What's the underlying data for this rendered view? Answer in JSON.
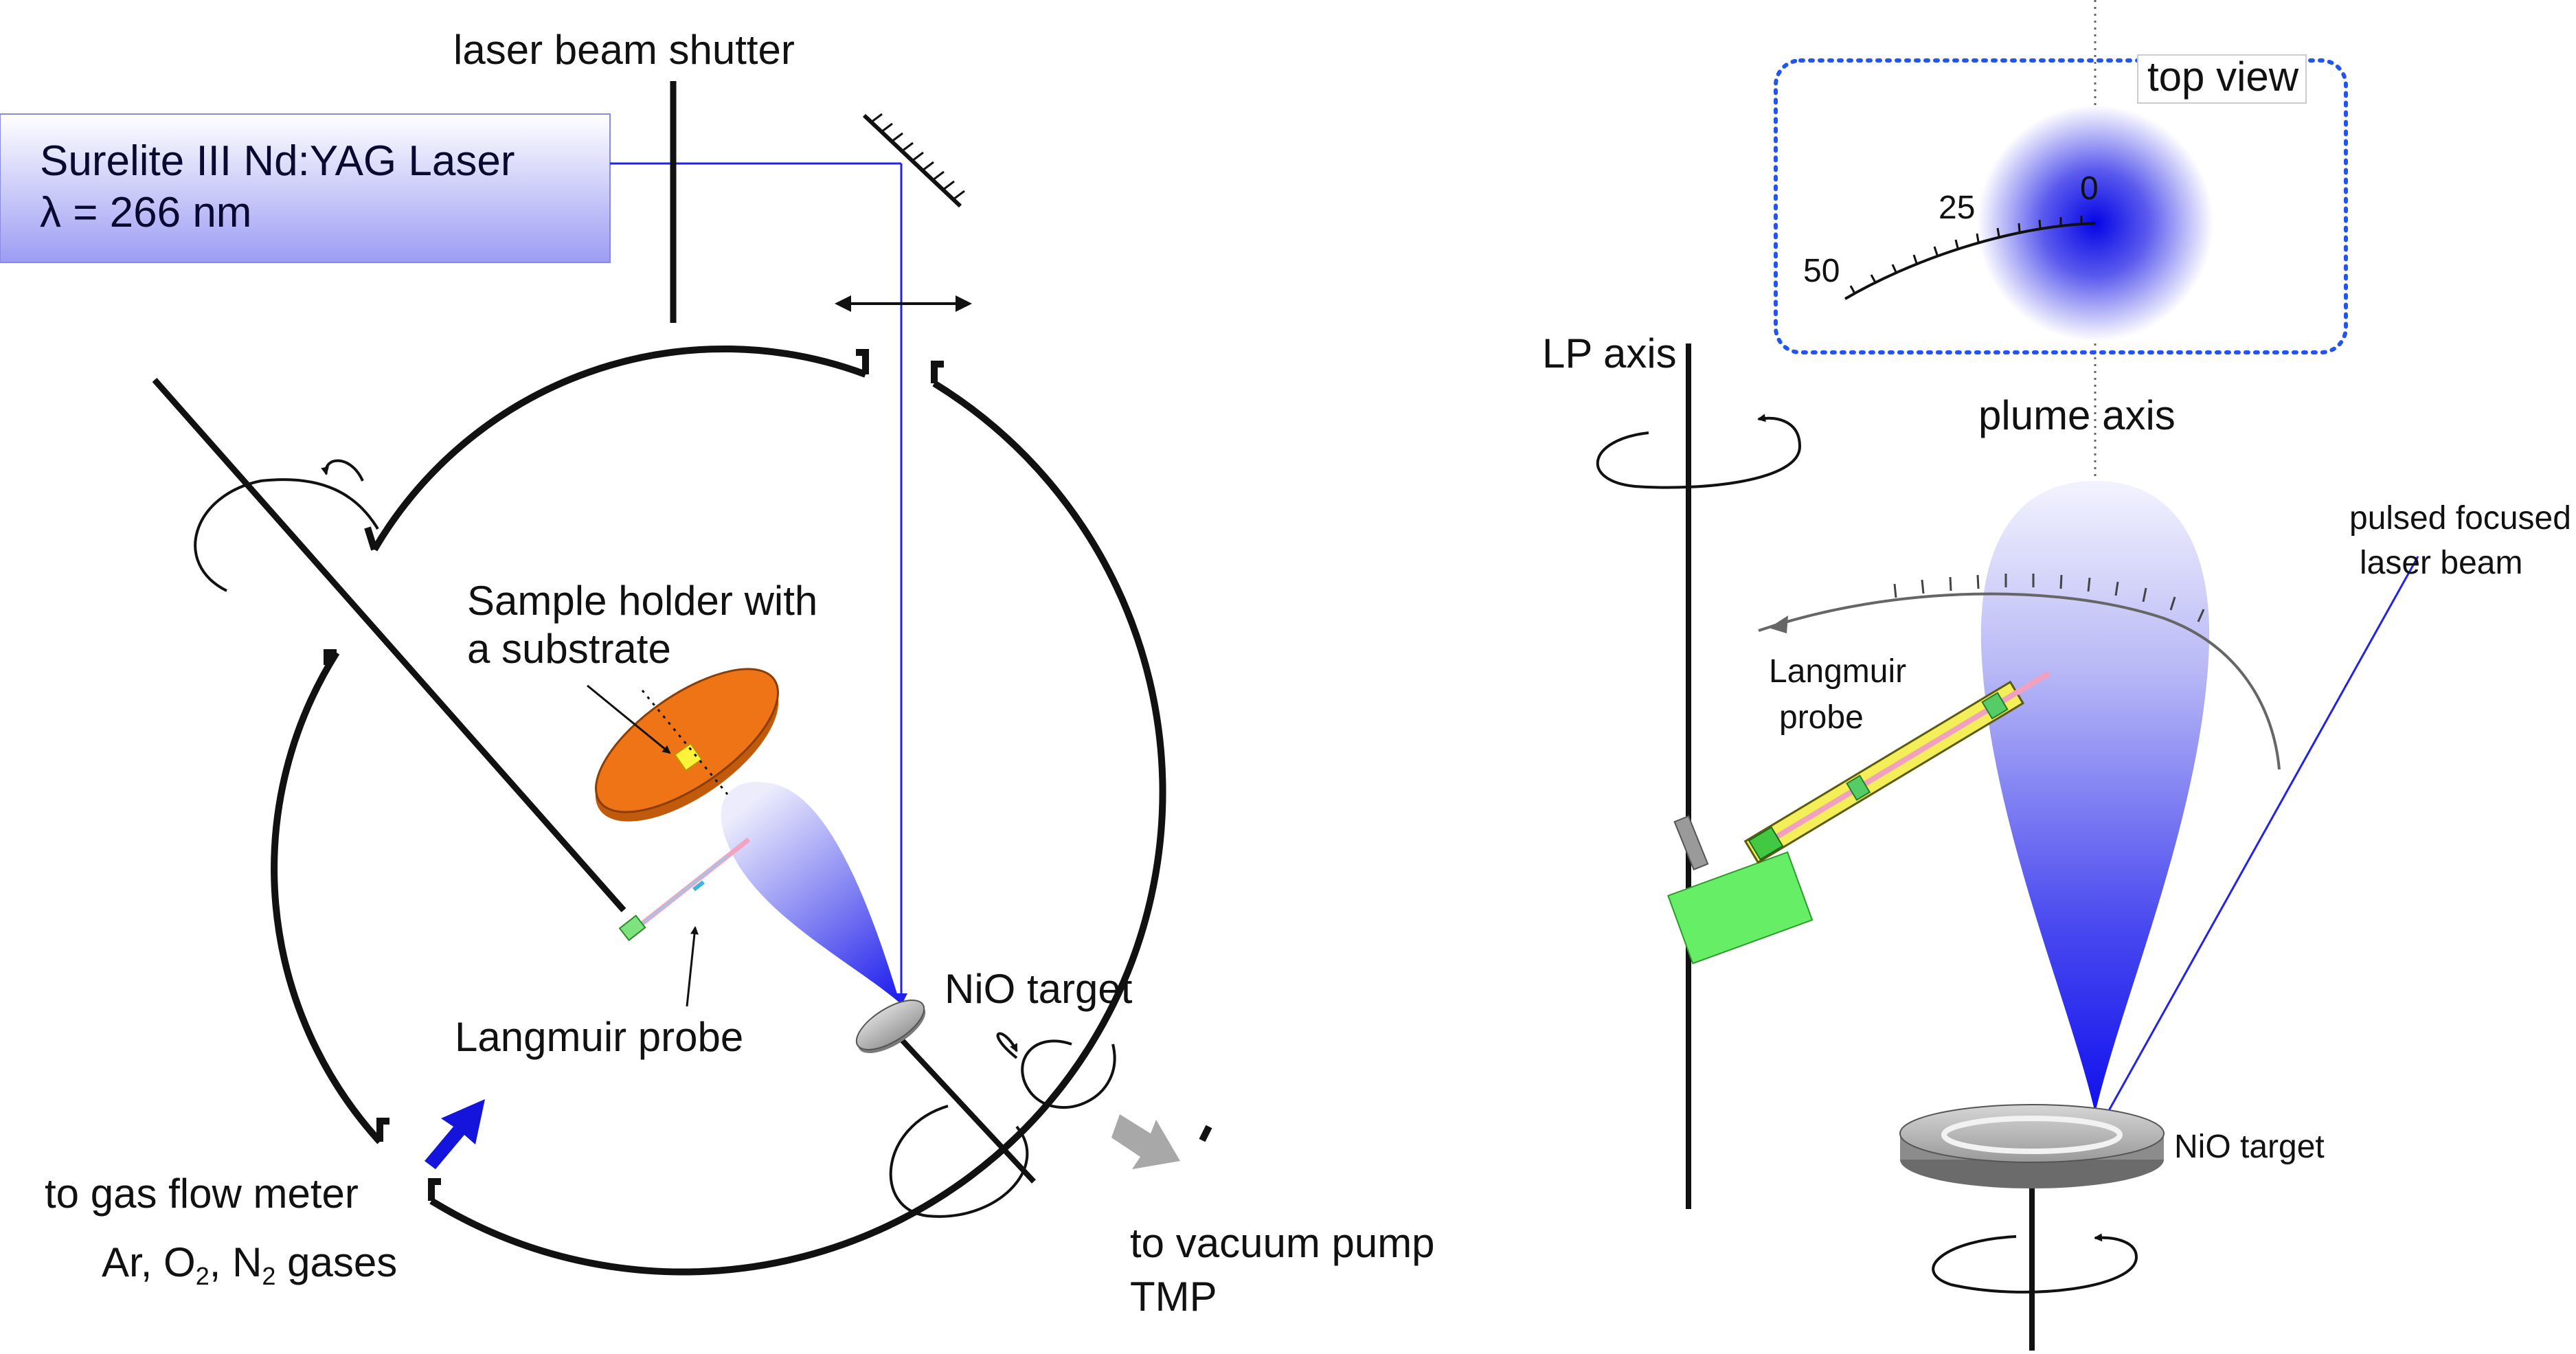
{
  "labels": {
    "shutter": "laser beam shutter",
    "laser_line1": "Surelite III Nd:YAG Laser",
    "laser_line2": "λ = 266 nm",
    "sample_line1": "Sample holder with",
    "sample_line2": "a substrate",
    "langmuir_left": "Langmuir probe",
    "nio_left": "NiO target",
    "gas_meter": "to gas flow meter",
    "gases_pre": "Ar, O",
    "gases_sub1": "2",
    "gases_mid": ", N",
    "gases_sub2": "2",
    "gases_post": " gases",
    "vacuum_line1": "to vacuum pump",
    "vacuum_line2": "TMP",
    "top_view": "top view",
    "scale_0": "0",
    "scale_25": "25",
    "scale_50": "50",
    "lp_axis": "LP axis",
    "plume_axis": "plume axis",
    "pulsed_line1": "pulsed focused",
    "pulsed_line2": "laser beam",
    "langmuir_right_1": "Langmuir",
    "langmuir_right_2": "probe",
    "nio_right": "NiO  target"
  },
  "colors": {
    "laser_beam": "#2222ee",
    "laser_box_top": "#ffffff",
    "laser_box_bottom": "#9c9cf4",
    "substrate": "#ef7415",
    "plume": "#2a2af0",
    "gas_arrow": "#1414dd",
    "pump_arrow": "#a8a8a8",
    "probe_yellow": "#f4ee58",
    "probe_green": "#66ee66",
    "top_view_frame": "#2255ee"
  }
}
